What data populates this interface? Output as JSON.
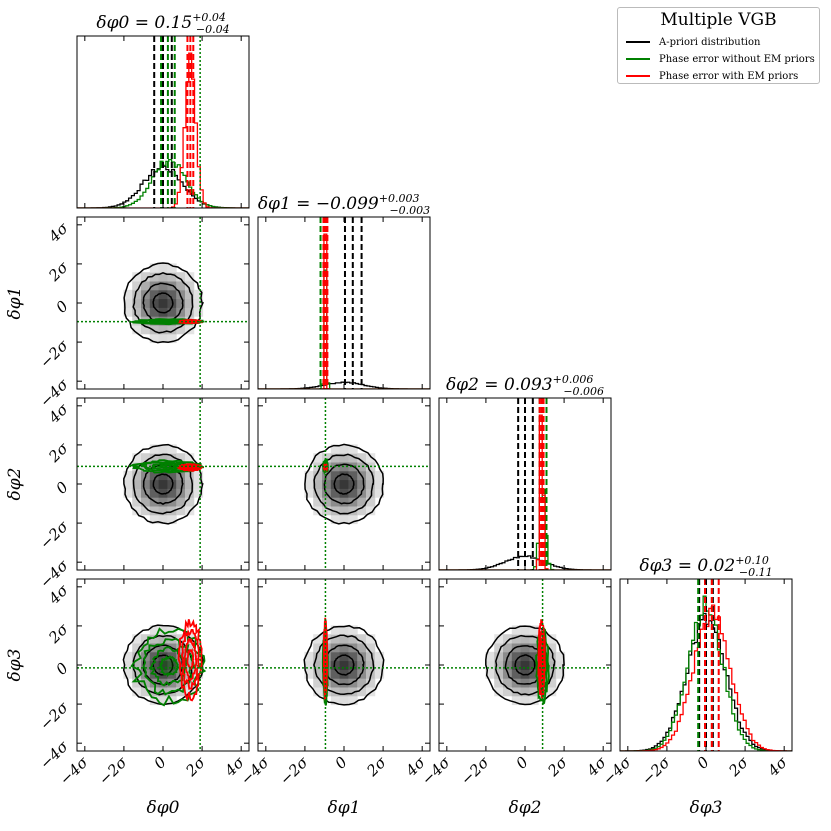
{
  "chart_data": {
    "type": "corner",
    "parameters": [
      "δφ0",
      "δφ1",
      "δφ2",
      "δφ3"
    ],
    "axis_labels": [
      "δφ0",
      "δφ1",
      "δφ2",
      "δφ3"
    ],
    "row_labels": [
      "δφ1",
      "δφ2",
      "δφ3"
    ],
    "axis_range_sigma": [
      -4.4,
      4.4
    ],
    "tick_values": [
      -4,
      -2,
      0,
      2,
      4
    ],
    "tick_labels": [
      "−4σ",
      "−2σ",
      "0",
      "2σ",
      "4σ"
    ],
    "titles": [
      {
        "param": "δφ0",
        "median": "0.15",
        "plus": "+0.04",
        "minus": "−0.04"
      },
      {
        "param": "δφ1",
        "median": "−0.099",
        "plus": "+0.003",
        "minus": "−0.003"
      },
      {
        "param": "δφ2",
        "median": "0.093",
        "plus": "+0.006",
        "minus": "−0.006"
      },
      {
        "param": "δφ3",
        "median": "0.02",
        "plus": "+0.10",
        "minus": "−0.11"
      }
    ],
    "truth_sigma": [
      1.9,
      -0.95,
      0.9,
      -0.15
    ],
    "series": [
      {
        "name": "A-priori distribution",
        "color": "#000000",
        "mean_sigma": [
          0,
          0,
          0,
          0
        ],
        "std_sigma": [
          1,
          1,
          1,
          1
        ],
        "quantile_lines_sigma": [
          [
            -0.45,
            0.0,
            0.45
          ],
          [
            0.05,
            0.45,
            0.9
          ],
          [
            -0.35,
            0.0,
            0.4
          ],
          [
            -0.35,
            0.0,
            0.35
          ]
        ]
      },
      {
        "name": "Phase error without EM priors",
        "color": "#008000",
        "mean_sigma": [
          0.3,
          -0.95,
          0.9,
          -0.05
        ],
        "std_sigma": [
          0.85,
          0.06,
          0.15,
          0.9
        ],
        "quantile_lines_sigma": [
          [
            -0.1,
            0.25,
            0.6
          ],
          [
            -1.2,
            -1.05,
            -0.9
          ],
          [
            0.75,
            0.9,
            1.1
          ],
          [
            -0.4,
            -0.05,
            0.3
          ]
        ]
      },
      {
        "name": "Phase error with EM priors",
        "color": "#ff0000",
        "mean_sigma": [
          1.4,
          -0.95,
          0.85,
          0.3
        ],
        "std_sigma": [
          0.28,
          0.04,
          0.08,
          0.95
        ],
        "quantile_lines_sigma": [
          [
            1.25,
            1.4,
            1.55
          ],
          [
            -1.05,
            -0.95,
            -0.85
          ],
          [
            0.75,
            0.85,
            0.95
          ],
          [
            -0.05,
            0.3,
            0.65
          ]
        ]
      }
    ],
    "legend": {
      "title": "Multiple VGB",
      "placement": "top-right",
      "entries": [
        "A-priori distribution",
        "Phase error without EM priors",
        "Phase error with EM priors"
      ]
    }
  }
}
